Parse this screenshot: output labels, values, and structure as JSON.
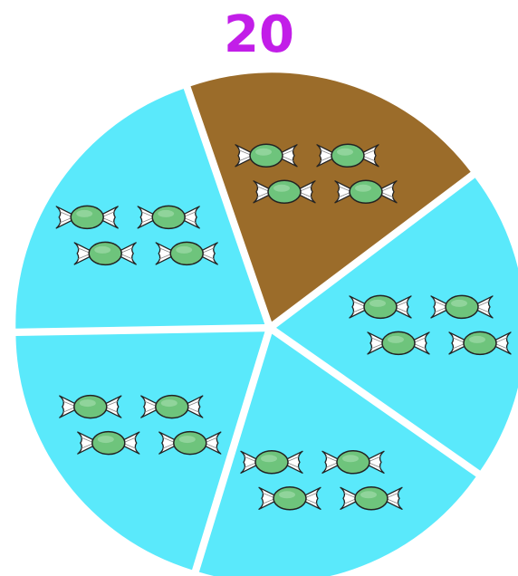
{
  "total_label": "20",
  "colors": {
    "total_text": "#c21ee8",
    "sector_unselected": "#5ae9fb",
    "sector_selected": "#9b6c2a",
    "candy_body": "#6ec47c",
    "candy_wrapper": "#ffffff",
    "outline": "#222222",
    "gap": "#ffffff"
  },
  "pie": {
    "sector_count": 5,
    "items_per_sector": 4,
    "item_icon": "wrapped-candy-icon",
    "sectors": [
      {
        "name": "sector-1",
        "selected": true
      },
      {
        "name": "sector-2",
        "selected": false
      },
      {
        "name": "sector-3",
        "selected": false
      },
      {
        "name": "sector-4",
        "selected": false
      },
      {
        "name": "sector-5",
        "selected": false
      }
    ]
  }
}
